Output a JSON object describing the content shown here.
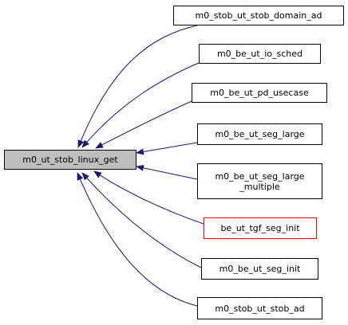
{
  "colors": {
    "edge": "#191970",
    "main_fill": "#bfbfbf",
    "node_border": "#000000",
    "highlight_border": "#ff0000"
  },
  "main_node": {
    "label": "m0_ut_stob_linux_get"
  },
  "callers": [
    {
      "label": "m0_stob_ut_stob_domain_ad"
    },
    {
      "label": "m0_be_ut_io_sched"
    },
    {
      "label": "m0_be_ut_pd_usecase"
    },
    {
      "label": "m0_be_ut_seg_large"
    },
    {
      "label_line1": "m0_be_ut_seg_large",
      "label_line2": "_multiple"
    },
    {
      "label": "be_ut_tgf_seg_init"
    },
    {
      "label": "m0_be_ut_seg_init"
    },
    {
      "label": "m0_stob_ut_stob_ad"
    }
  ]
}
